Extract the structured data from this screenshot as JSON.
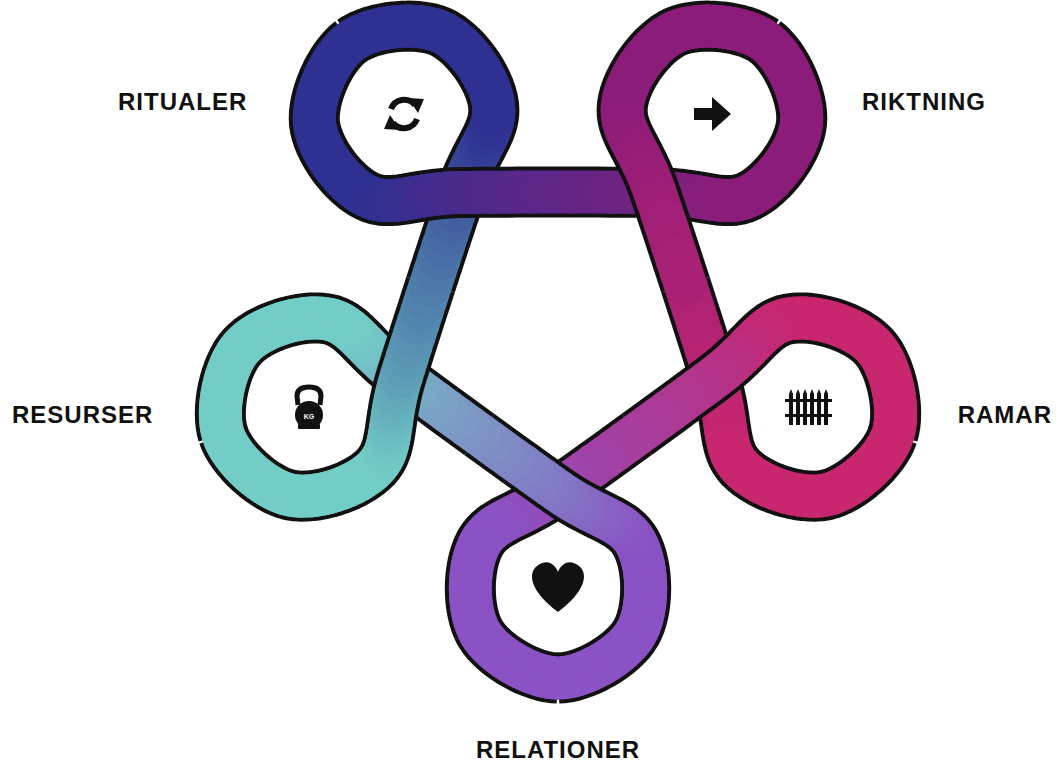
{
  "diagram": {
    "labels": [
      "RITUALER",
      "RIKTNING",
      "RESURSER",
      "RAMAR",
      "RELATIONER",
      "KG"
    ]
  }
}
